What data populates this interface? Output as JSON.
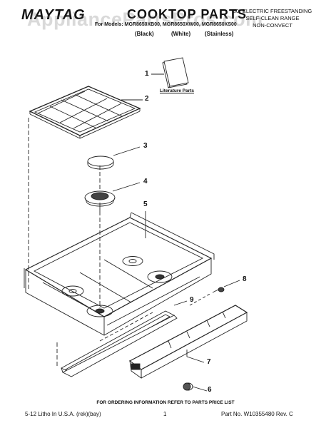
{
  "header": {
    "brand": "MAYTAG",
    "title": "COOKTOP PARTS",
    "description_lines": [
      "30\" ELECTRIC FREESTANDING",
      "SELF-CLEAN RANGE",
      "NON-CONVECT"
    ],
    "models_line": "For Models: MGR8650XB00, MGR8650XW00, MGR8650XS00",
    "colors": [
      "(Black)",
      "(White)",
      "(Stainless)"
    ]
  },
  "watermark": "AppliancePartsPros.com",
  "parts": {
    "literature_label": "Literature Parts",
    "callouts": [
      "1",
      "2",
      "3",
      "4",
      "5",
      "6",
      "7",
      "8",
      "9"
    ]
  },
  "footer": {
    "order_note": "FOR ORDERING INFORMATION REFER TO PARTS PRICE LIST",
    "left": "5-12 Litho In U.S.A. (rek)(bay)",
    "page": "1",
    "right": "Part No. W10355480 Rev. C"
  }
}
